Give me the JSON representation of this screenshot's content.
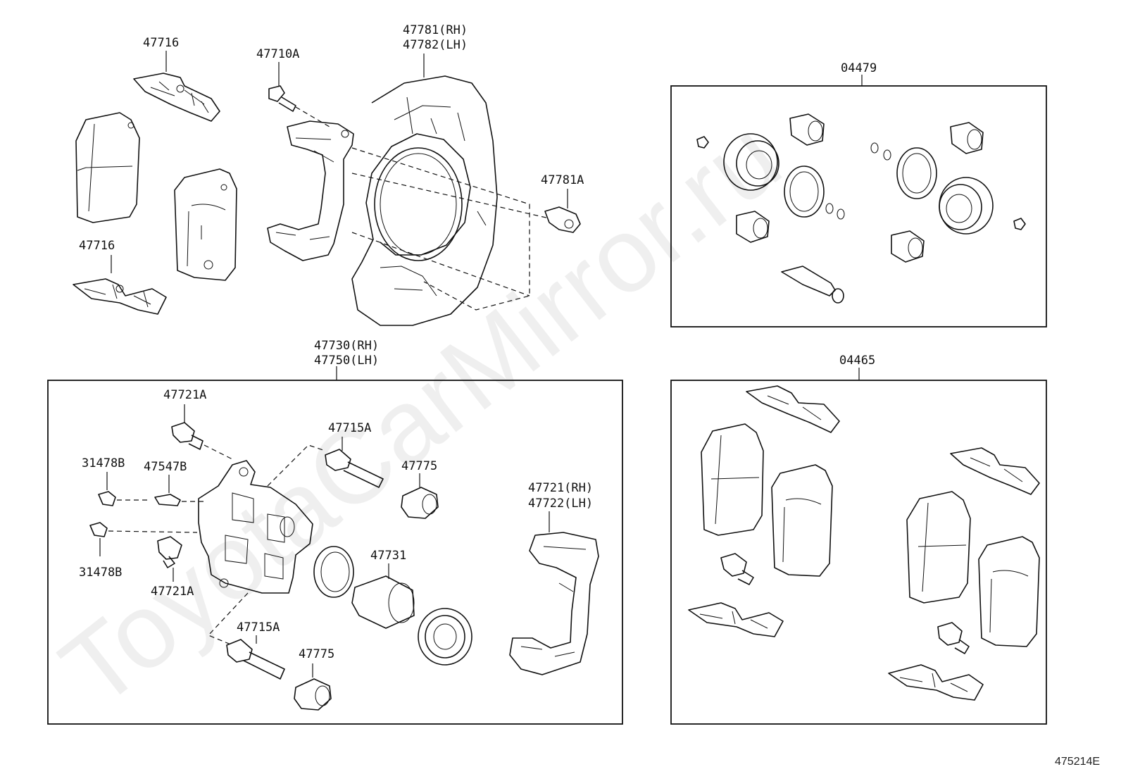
{
  "watermark": "ToyotaCarMirror.ru",
  "figure_code": "475214E",
  "labels": {
    "p47716_top": "47716",
    "p47716_bottom": "47716",
    "p47710A": "47710A",
    "p47781_rh": "47781(RH)",
    "p47782_lh": "47782(LH)",
    "p47781A": "47781A",
    "p04479": "04479",
    "p47730_rh": "47730(RH)",
    "p47750_lh": "47750(LH)",
    "p04465": "04465",
    "p47721A_top": "47721A",
    "p31478B_top": "31478B",
    "p47547B": "47547B",
    "p31478B_bottom": "31478B",
    "p47721A_bottom": "47721A",
    "p47715A_top": "47715A",
    "p47775_top": "47775",
    "p47731": "47731",
    "p47721_rh": "47721(RH)",
    "p47722_lh": "47722(LH)",
    "p47715A_bottom": "47715A",
    "p47775_bottom": "47775"
  }
}
